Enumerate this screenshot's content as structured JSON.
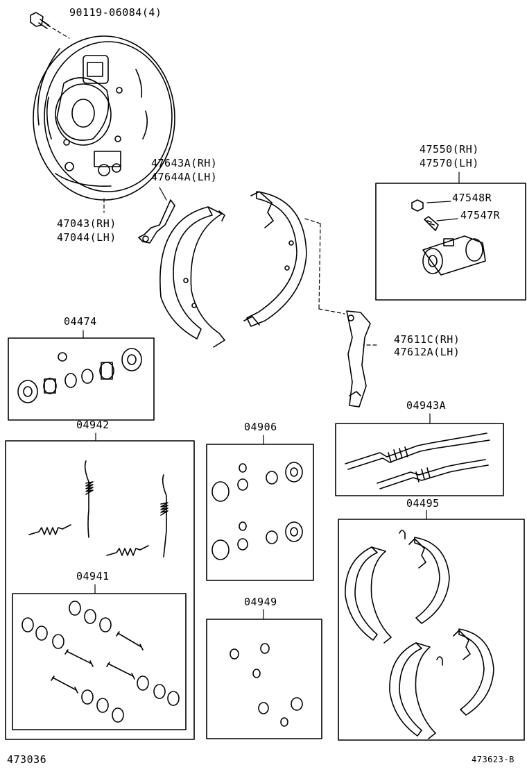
{
  "labels": {
    "bolt": "90119-06084(4)",
    "backing_plate_rh": "47043(RH)",
    "backing_plate_lh": "47044(LH)",
    "strut_rh": "47643A(RH)",
    "strut_lh": "47644A(LH)",
    "wheel_cylinder_rh": "47550(RH)",
    "wheel_cylinder_lh": "47570(LH)",
    "cap": "47548R",
    "bleeder": "47547R",
    "lever_rh": "47611C(RH)",
    "lever_lh": "47612A(LH)",
    "kit_04474": "04474",
    "kit_04942": "04942",
    "kit_04941": "04941",
    "kit_04906": "04906",
    "kit_04949": "04949",
    "kit_04943a": "04943A",
    "kit_04495": "04495",
    "footer_left": "473036",
    "footer_right": "473623-B"
  },
  "icons": [
    "bolt-icon",
    "backing-plate-icon",
    "strut-icon",
    "brake-shoe-icon",
    "wheel-cylinder-icon",
    "lever-icon",
    "spring-icon",
    "adjuster-icon",
    "pin-icon",
    "cup-icon"
  ]
}
